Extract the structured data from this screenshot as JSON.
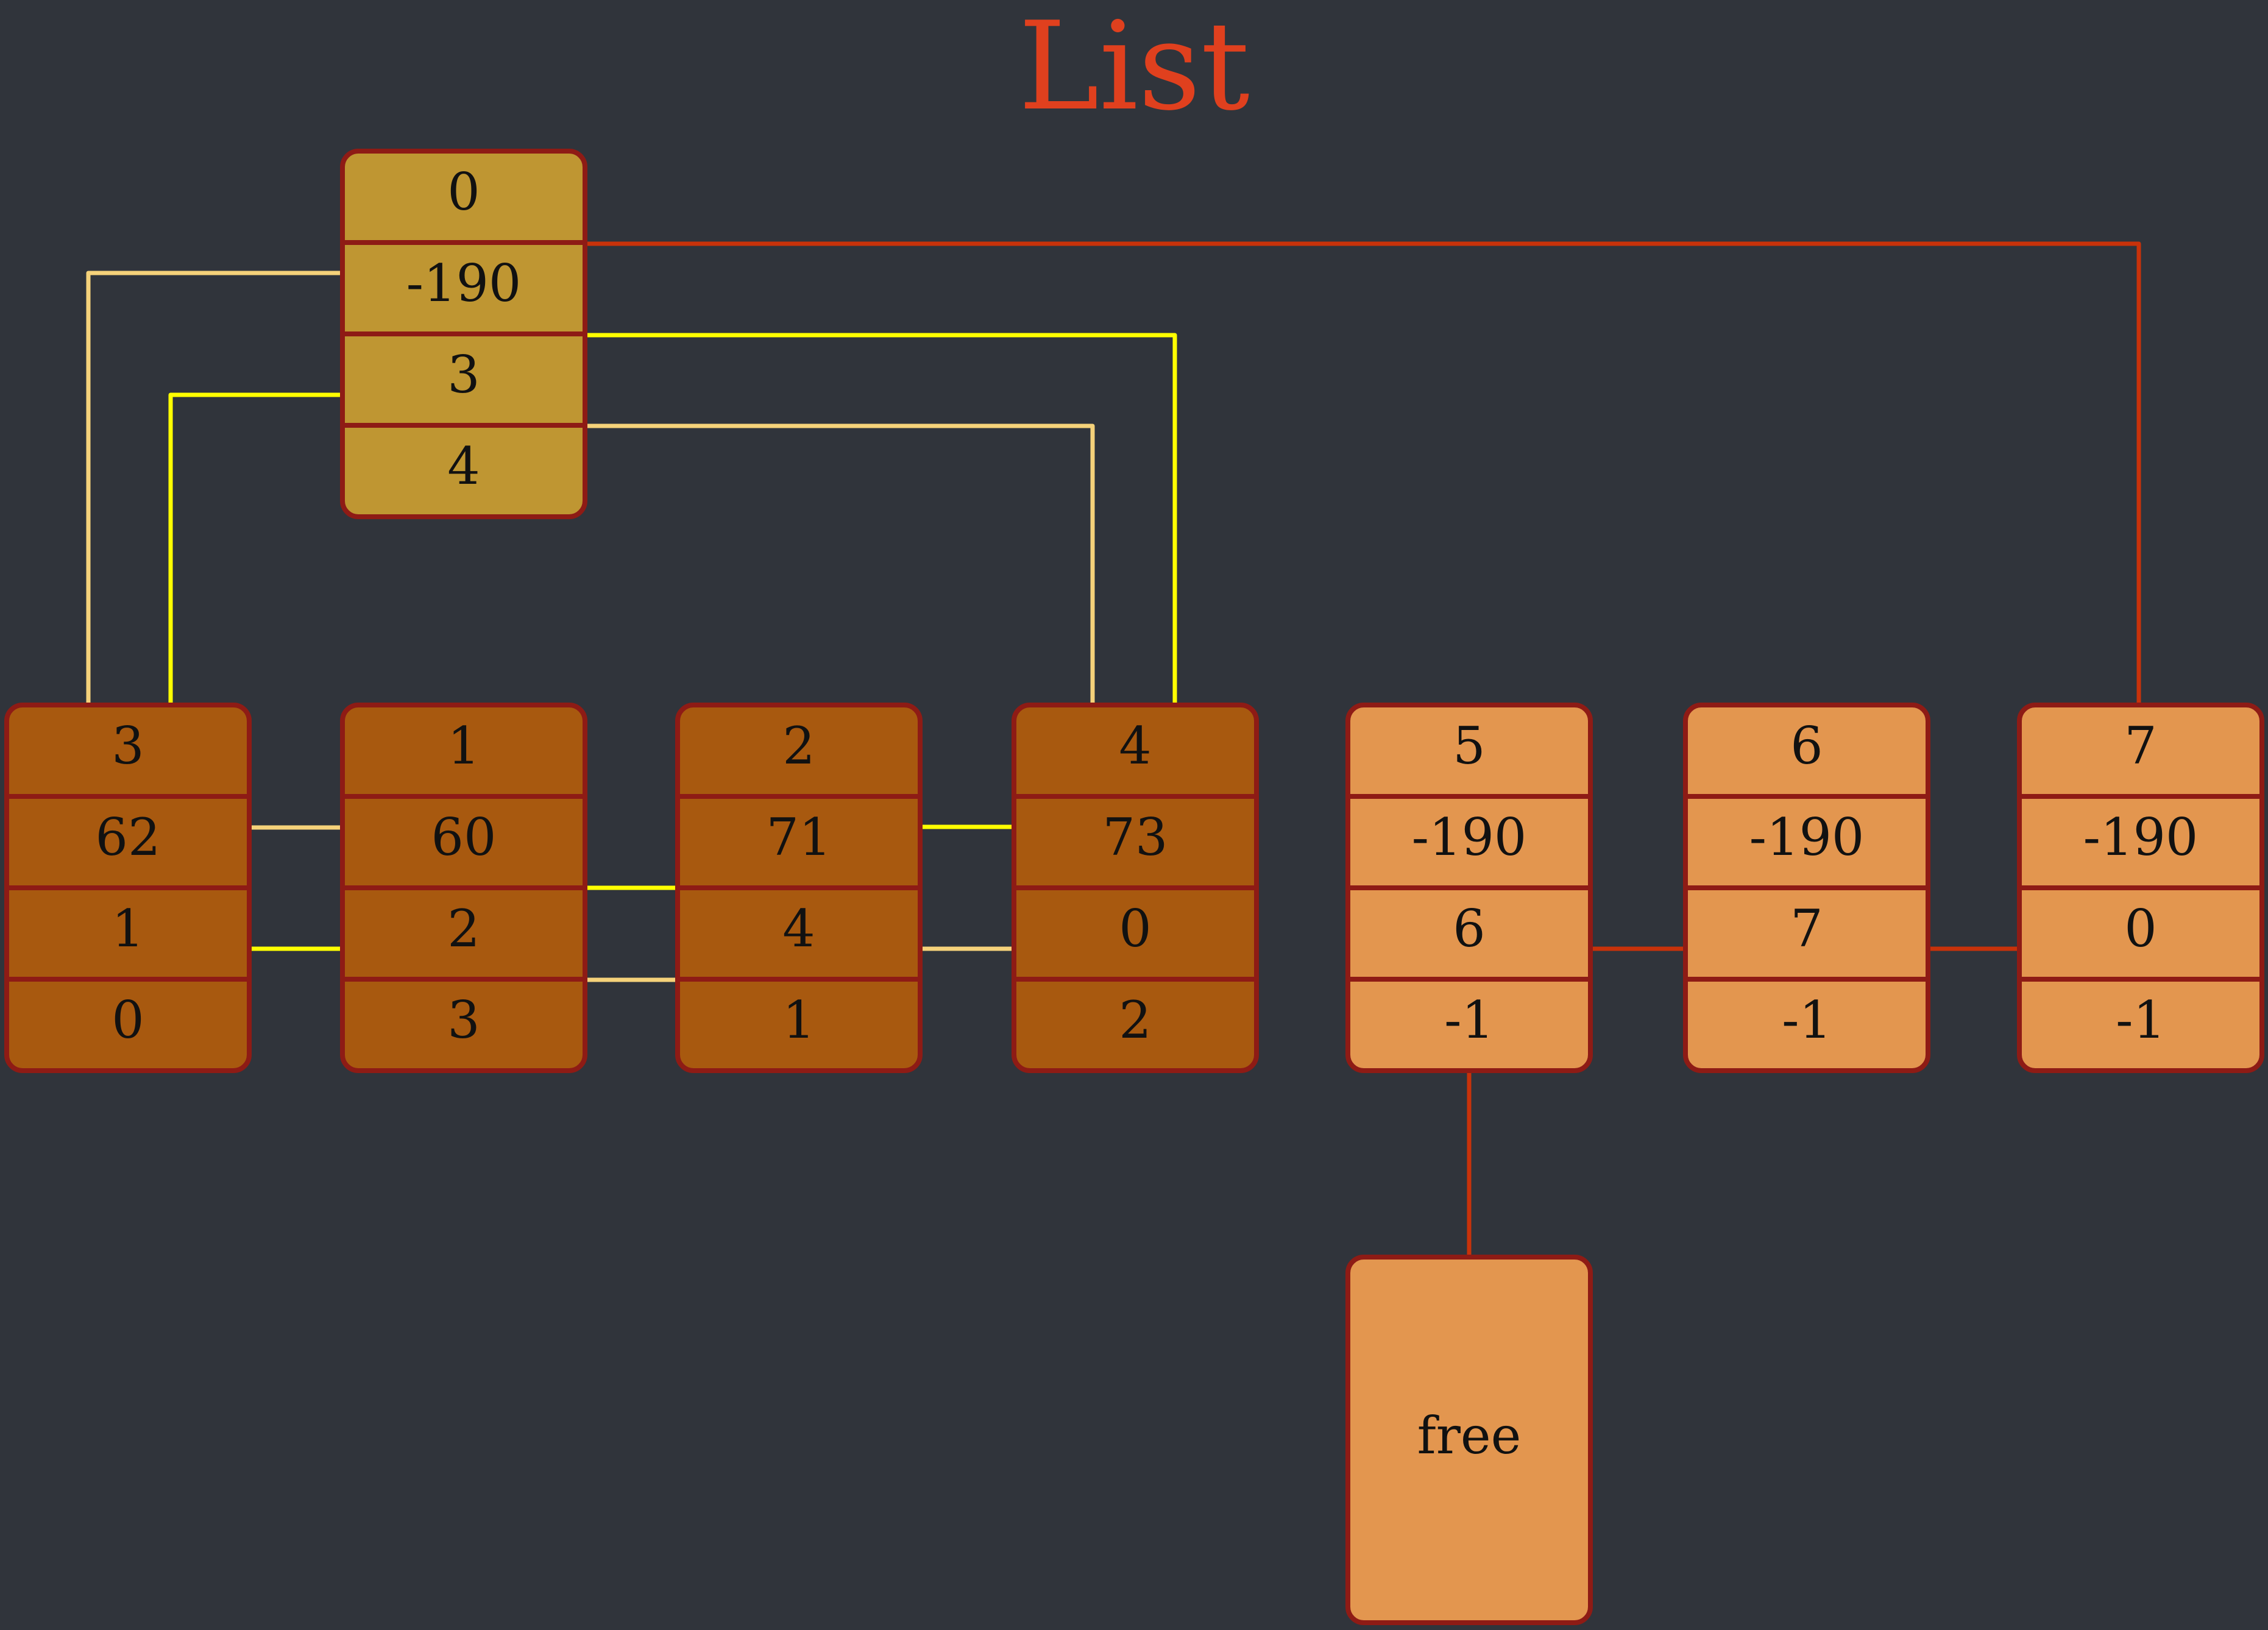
{
  "title": "List",
  "head_node": {
    "cells": [
      "0",
      "-190",
      "3",
      "4"
    ]
  },
  "used_nodes": [
    {
      "cells": [
        "3",
        "62",
        "1",
        "0"
      ]
    },
    {
      "cells": [
        "1",
        "60",
        "2",
        "3"
      ]
    },
    {
      "cells": [
        "2",
        "71",
        "4",
        "1"
      ]
    },
    {
      "cells": [
        "4",
        "73",
        "0",
        "2"
      ]
    }
  ],
  "free_nodes": [
    {
      "cells": [
        "5",
        "-190",
        "6",
        "-1"
      ]
    },
    {
      "cells": [
        "6",
        "-190",
        "7",
        "-1"
      ]
    },
    {
      "cells": [
        "7",
        "-190",
        "0",
        "-1"
      ]
    }
  ],
  "free_pointer": {
    "label": "free"
  },
  "colors": {
    "background": "#30343b",
    "title": "#e0401e",
    "head_fill": "#bf9632",
    "used_fill": "#a8590f",
    "free_fill": "#e3964f",
    "border": "#8e1b15",
    "arrow_red": "#c8320a",
    "arrow_yellow": "#ffff00",
    "arrow_pale": "#f5d27a"
  }
}
